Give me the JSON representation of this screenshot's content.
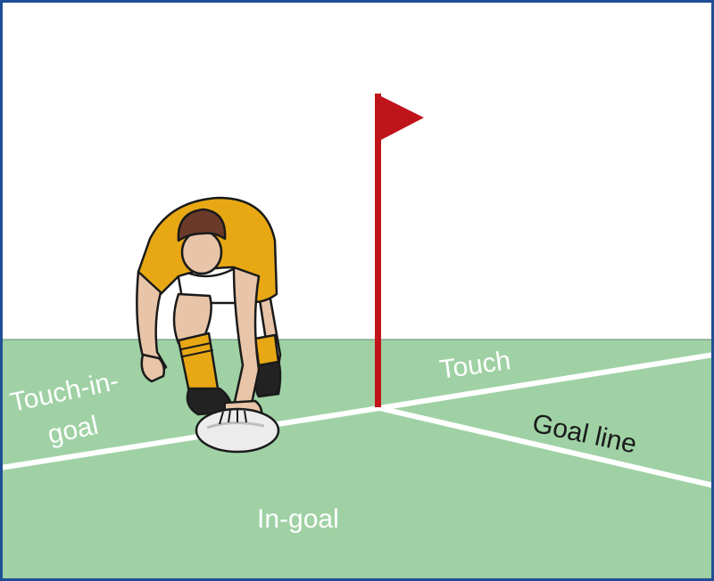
{
  "labels": {
    "touch_in_goal_line1": "Touch-in-",
    "touch_in_goal_line2": "goal",
    "touch": "Touch",
    "goal_line": "Goal line",
    "in_goal": "In-goal"
  },
  "colors": {
    "pitch": "#9fd1a4",
    "sky": "#ffffff",
    "frame": "#1f4e96",
    "line": "#ffffff",
    "flag": "#c0141b",
    "jersey": "#e8a814",
    "hair": "#6b3a2a",
    "skin": "#e8c4a8",
    "shorts": "#ffffff",
    "boots": "#222222"
  },
  "icons": {
    "corner_flag": "corner-flag-icon",
    "player": "rugby-player-figure",
    "ball": "rugby-ball-icon"
  }
}
